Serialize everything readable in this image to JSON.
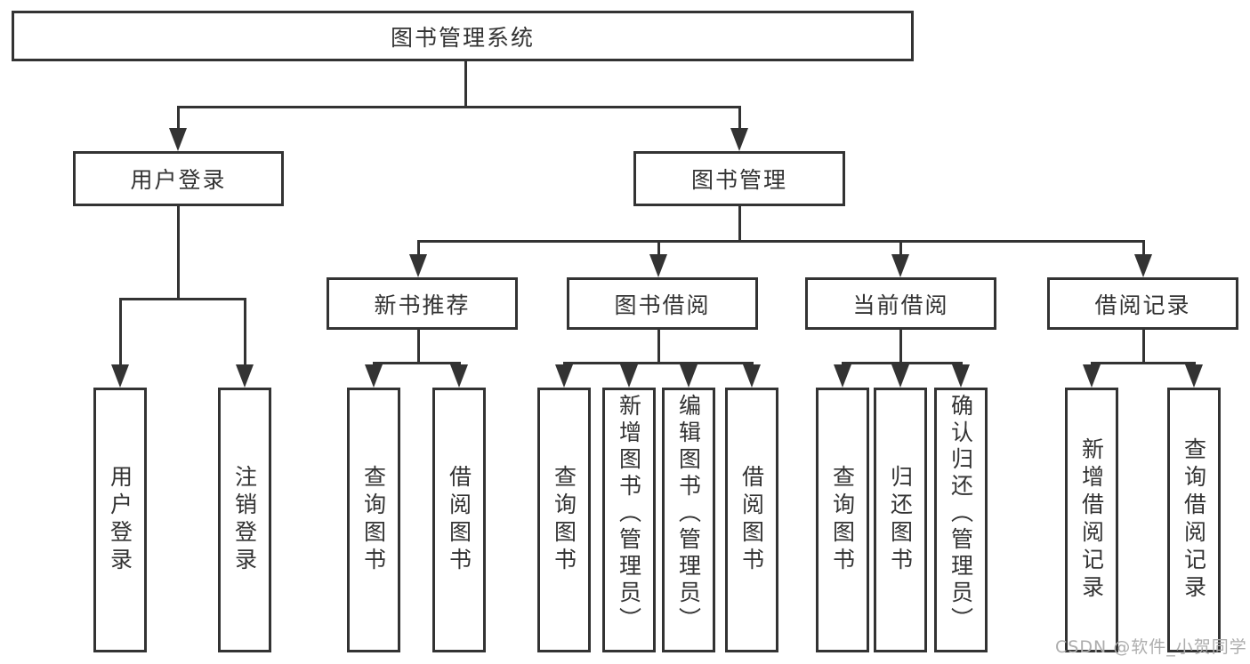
{
  "page": {
    "watermark": "CSDN @软件_小贺同学",
    "colors": {
      "line": "#333333",
      "text": "#333333",
      "watermark": "#adadad",
      "background": "#ffffff"
    }
  },
  "tree": {
    "root": {
      "label": "图书管理系统"
    },
    "user_login": {
      "label": "用户登录",
      "children": [
        {
          "label": "用户登录"
        },
        {
          "label": "注销登录"
        }
      ]
    },
    "book_management": {
      "label": "图书管理",
      "children": [
        {
          "label": "新书推荐",
          "children": [
            {
              "label": "查询图书"
            },
            {
              "label": "借阅图书"
            }
          ]
        },
        {
          "label": "图书借阅",
          "children": [
            {
              "label": "查询图书"
            },
            {
              "label": "新增图书（管理员）"
            },
            {
              "label": "编辑图书（管理员）"
            },
            {
              "label": "借阅图书"
            }
          ]
        },
        {
          "label": "当前借阅",
          "children": [
            {
              "label": "查询图书"
            },
            {
              "label": "归还图书"
            },
            {
              "label": "确认归还（管理员）"
            }
          ]
        },
        {
          "label": "借阅记录",
          "children": [
            {
              "label": "新增借阅记录"
            },
            {
              "label": "查询借阅记录"
            }
          ]
        }
      ]
    }
  }
}
